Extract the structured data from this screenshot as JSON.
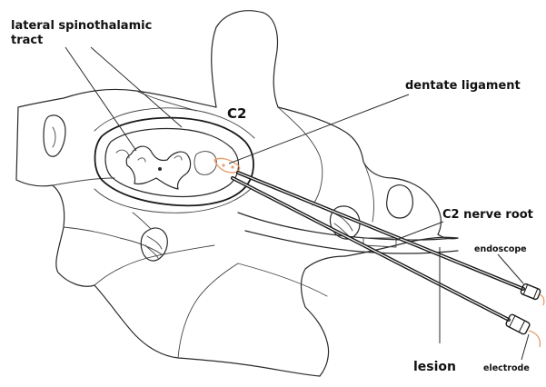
{
  "labels": {
    "spinothalamic_line1": "lateral spinothalamic",
    "spinothalamic_line2": "tract",
    "dentate_ligament": "dentate ligament",
    "c2": "C2",
    "c2_nerve_root": "C2 nerve root",
    "endoscope": "endoscope",
    "electrode": "electrode",
    "lesion": "lesion"
  },
  "colors": {
    "line": "#2a2a2a",
    "instrument": "#1a1a1a",
    "highlight": "#e8a070",
    "background": "#ffffff"
  }
}
